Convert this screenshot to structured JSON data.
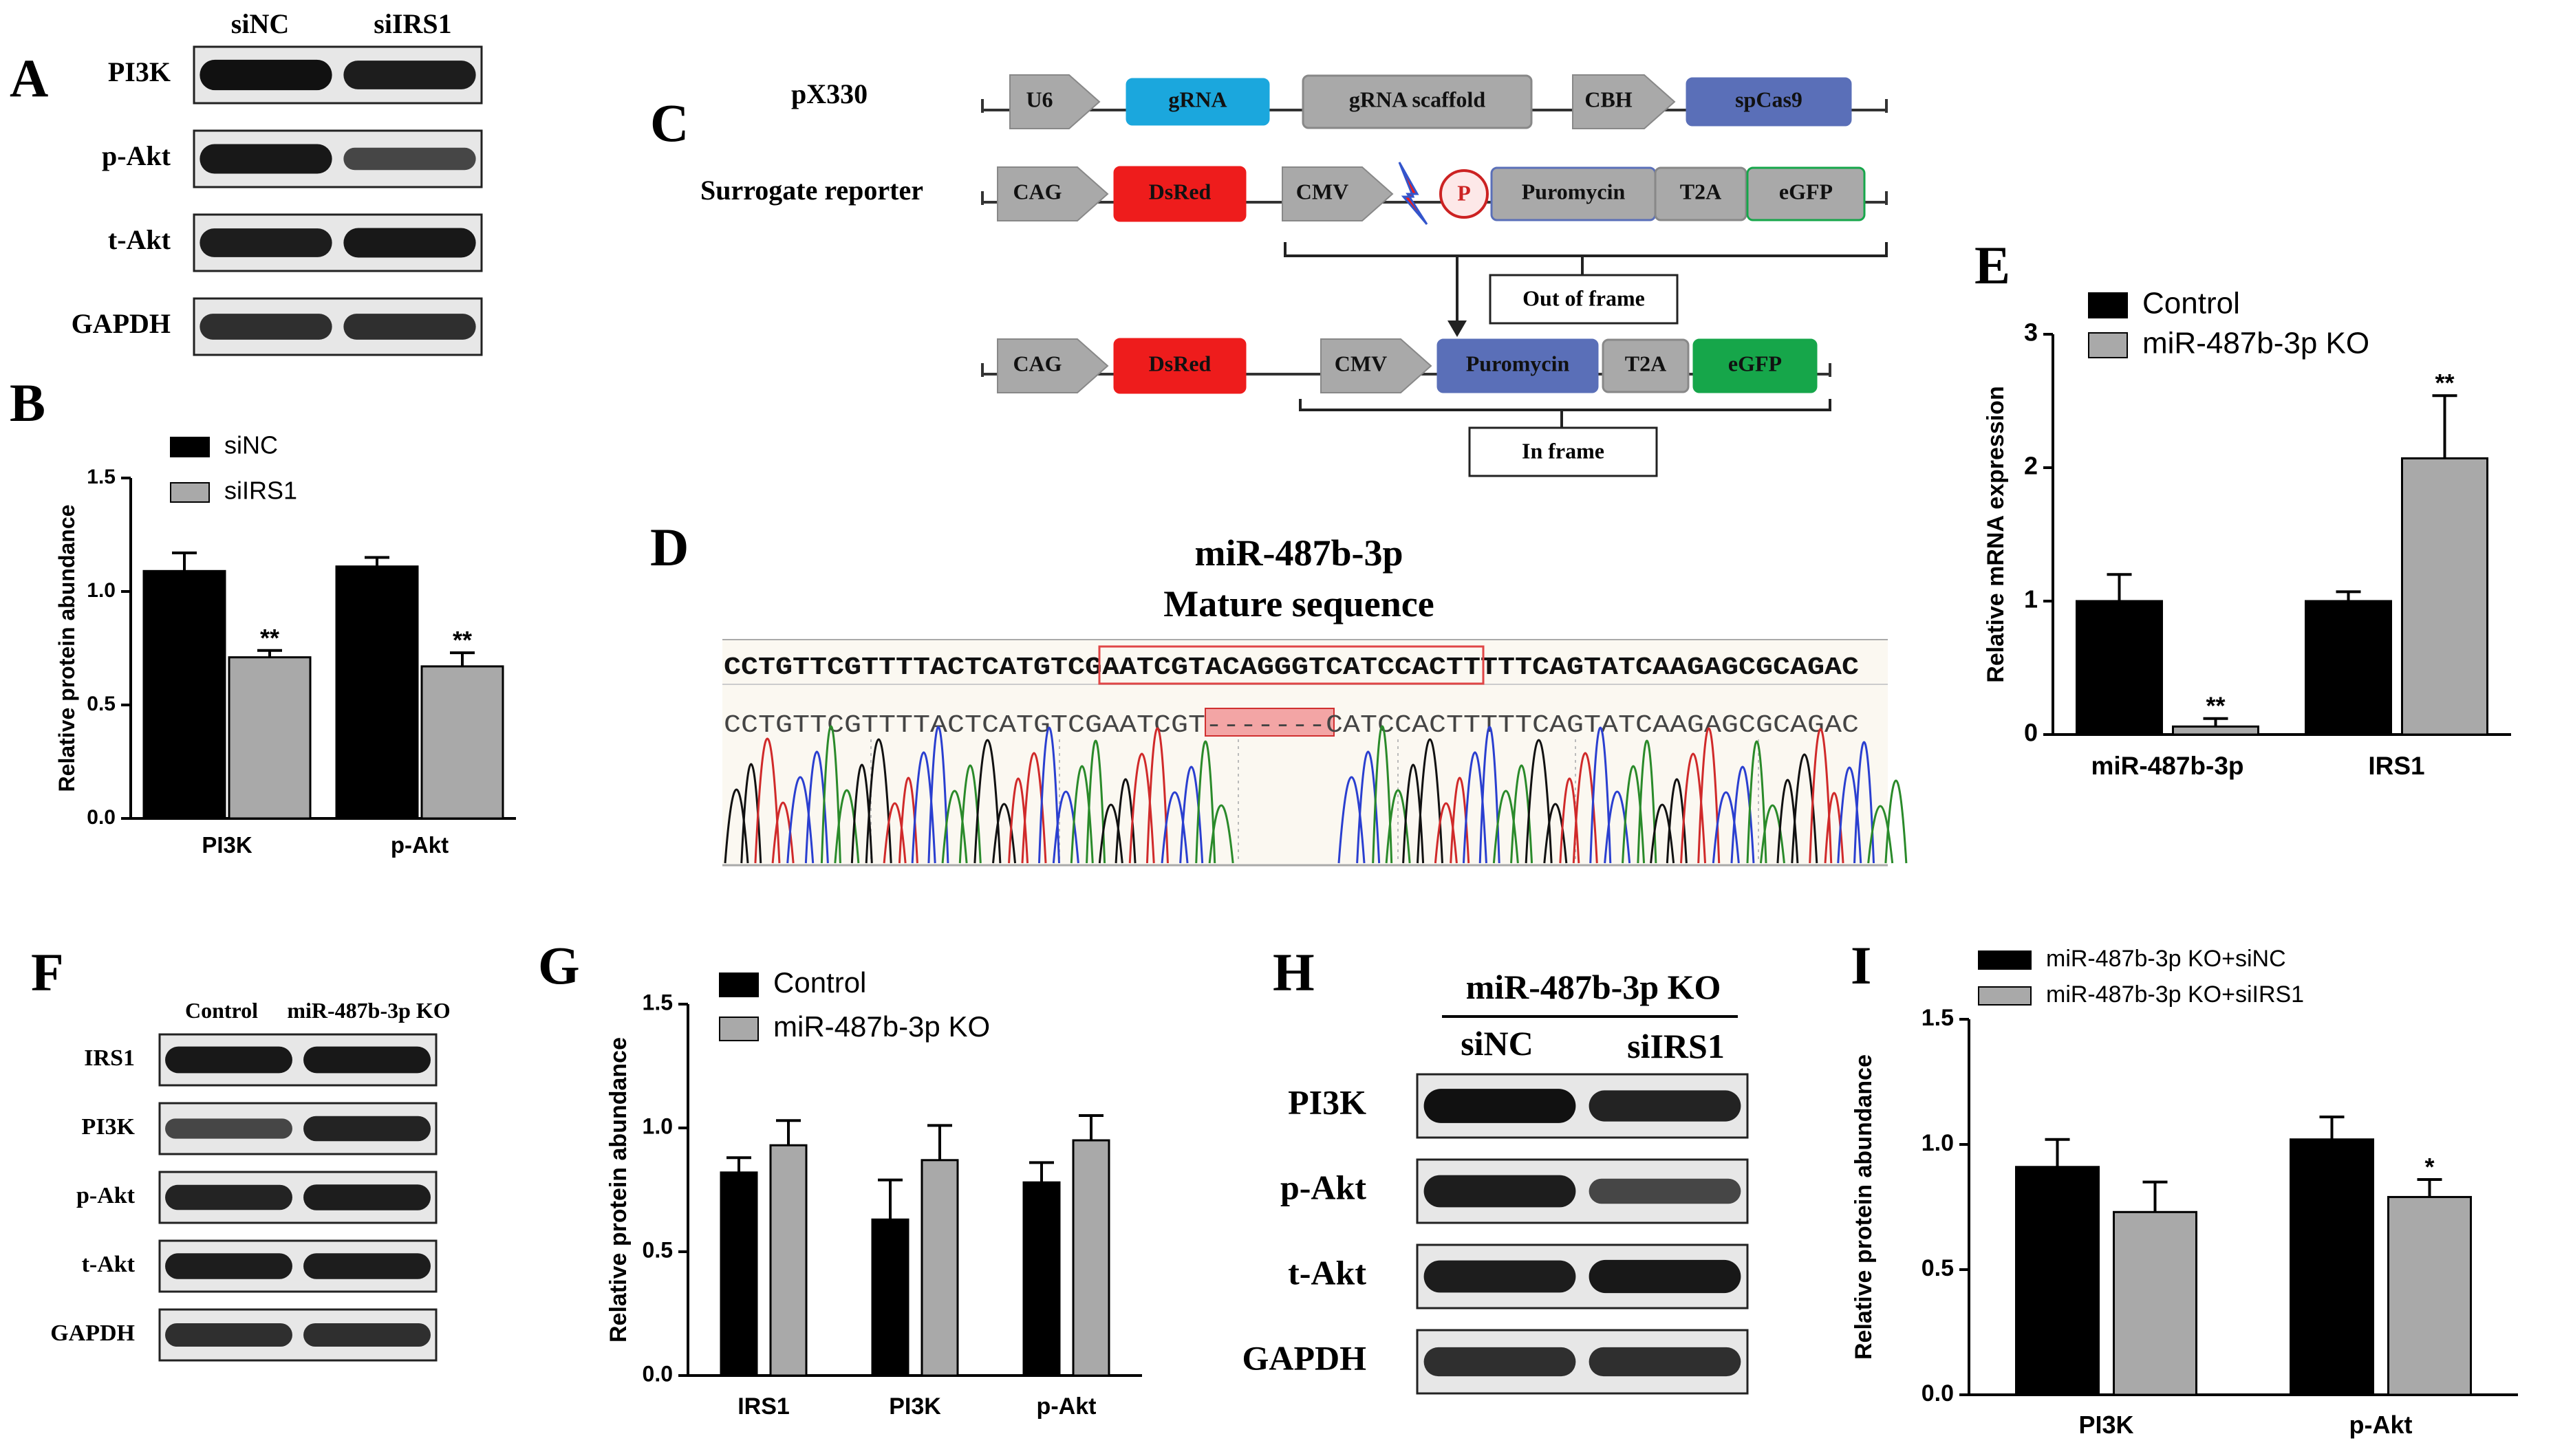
{
  "panels": {
    "A": {
      "letter": "A",
      "cols": [
        "siNC",
        "siIRS1"
      ],
      "rows": [
        "PI3K",
        "p-Akt",
        "t-Akt",
        "GAPDH"
      ],
      "intensity": [
        [
          1.0,
          0.9
        ],
        [
          0.95,
          0.55
        ],
        [
          0.9,
          0.95
        ],
        [
          0.75,
          0.75
        ]
      ]
    },
    "C": {
      "letter": "C",
      "row1_label": "pX330",
      "row2_label": "Surrogate reporter",
      "r1": {
        "u6": "U6",
        "grna": "gRNA",
        "scaffold": "gRNA scaffold",
        "cbh": "CBH",
        "cas9": "spCas9"
      },
      "r2": {
        "cag": "CAG",
        "dsred": "DsRed",
        "cmv": "CMV",
        "p": "P",
        "puro": "Puromycin",
        "t2a": "T2A",
        "egfp": "eGFP"
      },
      "out_of_frame": "Out of frame",
      "r3": {
        "cag": "CAG",
        "dsred": "DsRed",
        "cmv": "CMV",
        "puro": "Puromycin",
        "t2a": "T2A",
        "egfp": "eGFP"
      },
      "in_frame": "In frame",
      "colors": {
        "grna": "#1ba7dd",
        "cas9": "#5a6fb8",
        "dsred": "#ee1c1c",
        "egfp": "#16a64a",
        "gray": "#a9a9a9",
        "puro": "#5a6fb8"
      }
    },
    "D": {
      "letter": "D",
      "title1": "miR-487b-3p",
      "title2": "Mature sequence",
      "ref_pre": "CCTGTTCGTTTTACTCATGTCG",
      "ref_box": "AATCGTACAGGGTCATCCACTT",
      "ref_post": "TTTCAGTATCAAGAGCGCAGAC",
      "ko_pre": "CCTGTTCGTTTTACTCATGTCGAATCGT",
      "ko_del": "-------",
      "ko_post": "CATCCACTTTTTCAGTATCAAGAGCGCAGAC"
    },
    "F": {
      "letter": "F",
      "cols": [
        "Control",
        "miR-487b-3p KO"
      ],
      "rows": [
        "IRS1",
        "PI3K",
        "p-Akt",
        "t-Akt",
        "GAPDH"
      ],
      "intensity": [
        [
          0.95,
          0.95
        ],
        [
          0.55,
          0.85
        ],
        [
          0.85,
          0.9
        ],
        [
          0.9,
          0.9
        ],
        [
          0.75,
          0.75
        ]
      ]
    },
    "H": {
      "letter": "H",
      "header": "miR-487b-3p KO",
      "cols": [
        "siNC",
        "siIRS1"
      ],
      "rows": [
        "PI3K",
        "p-Akt",
        "t-Akt",
        "GAPDH"
      ],
      "intensity": [
        [
          1.0,
          0.85
        ],
        [
          0.9,
          0.55
        ],
        [
          0.9,
          0.95
        ],
        [
          0.75,
          0.75
        ]
      ]
    }
  },
  "chart_data": [
    {
      "panel": "B",
      "letter": "B",
      "type": "bar",
      "categories": [
        "PI3K",
        "p-Akt"
      ],
      "series": [
        {
          "name": "siNC",
          "values": [
            1.09,
            1.11
          ],
          "errors": [
            0.08,
            0.04
          ],
          "sig": [
            "",
            ""
          ]
        },
        {
          "name": "siIRS1",
          "values": [
            0.71,
            0.67
          ],
          "errors": [
            0.03,
            0.06
          ],
          "sig": [
            "**",
            "**"
          ]
        }
      ],
      "ylabel": "Relative protein abundance",
      "ylim": [
        0,
        1.5
      ],
      "yticks": [
        "0.0",
        "0.5",
        "1.0",
        "1.5"
      ],
      "legend": "top-left",
      "colors": [
        "#000000",
        "#a9a9a9"
      ]
    },
    {
      "panel": "E",
      "letter": "E",
      "type": "bar",
      "categories": [
        "miR-487b-3p",
        "IRS1"
      ],
      "series": [
        {
          "name": "Control",
          "values": [
            1.0,
            1.0
          ],
          "errors": [
            0.2,
            0.07
          ],
          "sig": [
            "",
            ""
          ]
        },
        {
          "name": "miR-487b-3p KO",
          "values": [
            0.06,
            2.07
          ],
          "errors": [
            0.06,
            0.47
          ],
          "sig": [
            "**",
            "**"
          ]
        }
      ],
      "ylabel": "Relative mRNA expression",
      "ylim": [
        0,
        3
      ],
      "yticks": [
        "0",
        "1",
        "2",
        "3"
      ],
      "legend": "top-left",
      "colors": [
        "#000000",
        "#a9a9a9"
      ]
    },
    {
      "panel": "G",
      "letter": "G",
      "type": "bar",
      "categories": [
        "IRS1",
        "PI3K",
        "p-Akt"
      ],
      "series": [
        {
          "name": "Control",
          "values": [
            0.82,
            0.63,
            0.78
          ],
          "errors": [
            0.06,
            0.16,
            0.08
          ],
          "sig": [
            "",
            "",
            ""
          ]
        },
        {
          "name": "miR-487b-3p KO",
          "values": [
            0.93,
            0.87,
            0.95
          ],
          "errors": [
            0.1,
            0.14,
            0.1
          ],
          "sig": [
            "",
            "",
            ""
          ]
        }
      ],
      "ylabel": "Relative protein abundance",
      "ylim": [
        0,
        1.5
      ],
      "yticks": [
        "0.0",
        "0.5",
        "1.0",
        "1.5"
      ],
      "legend": "top-left",
      "colors": [
        "#000000",
        "#a9a9a9"
      ]
    },
    {
      "panel": "I",
      "letter": "I",
      "type": "bar",
      "categories": [
        "PI3K",
        "p-Akt"
      ],
      "series": [
        {
          "name": "miR-487b-3p KO+siNC",
          "values": [
            0.91,
            1.02
          ],
          "errors": [
            0.11,
            0.09
          ],
          "sig": [
            "",
            ""
          ]
        },
        {
          "name": "miR-487b-3p KO+siIRS1",
          "values": [
            0.73,
            0.79
          ],
          "errors": [
            0.12,
            0.07
          ],
          "sig": [
            "",
            "*"
          ]
        }
      ],
      "ylabel": "Relative protein abundance",
      "ylim": [
        0,
        1.5
      ],
      "yticks": [
        "0.0",
        "0.5",
        "1.0",
        "1.5"
      ],
      "legend": "top-left",
      "colors": [
        "#000000",
        "#a9a9a9"
      ]
    }
  ]
}
